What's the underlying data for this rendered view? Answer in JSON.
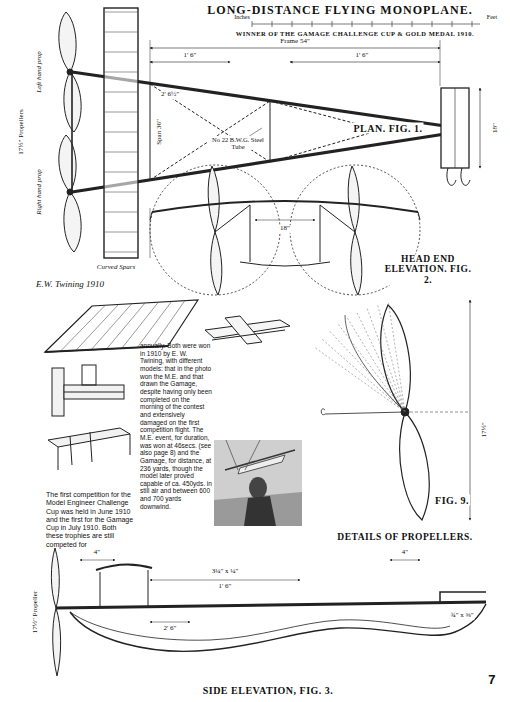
{
  "diagram": {
    "title": "LONG-DISTANCE FLYING MONOPLANE.",
    "labels": [
      "WINNER OF THE GAMAGE CHALLENGE CUP & GOLD MEDAL 1910.",
      "PLAN. FIG. 1.",
      "Inches",
      "Feet",
      "Frame 54\"",
      "1' 6\"",
      "2' 6½\"",
      "1' 6\"",
      "No 22 B.W.G. Steel Tube",
      "18\"",
      "Left hand prop",
      "Right hand prop",
      "17½\" Propellers",
      "Curved Spars",
      "Span 36\"",
      "HEAD END ELEVATION. FIG. 2.",
      "18\"",
      "E.W. Twining 1910",
      "The first competition for the Model Engineer Challenge Cup was held in June 1910 and the first for the Gamage Cup in July 1910. Both these trophies are still competed for",
      "annually. Both were won in 1910 by E. W. Twining, with different models: that in the photo won the M.E. and that drawn the Gamage, despite having only been completed on the morning of the contest and extensively damaged on the first competition flight. The M.E. event, for duration, was won at 46secs. (see also page 8) and the Gamage, for distance, at 236 yards, though the model later proved capable of ca. 450yds. in still air and between 600 and 700 yards downwind.",
      "DETAILS OF PROPELLERS.",
      "FIG. 9.",
      "17½\"",
      "SIDE ELEVATION, FIG. 3.",
      "4\"",
      "2' 6\"",
      "3¼\" x ¼\"",
      "¾\" x ⅜\"",
      "4\"",
      "17½\" Propeller",
      "1' 6\"",
      "7"
    ]
  }
}
